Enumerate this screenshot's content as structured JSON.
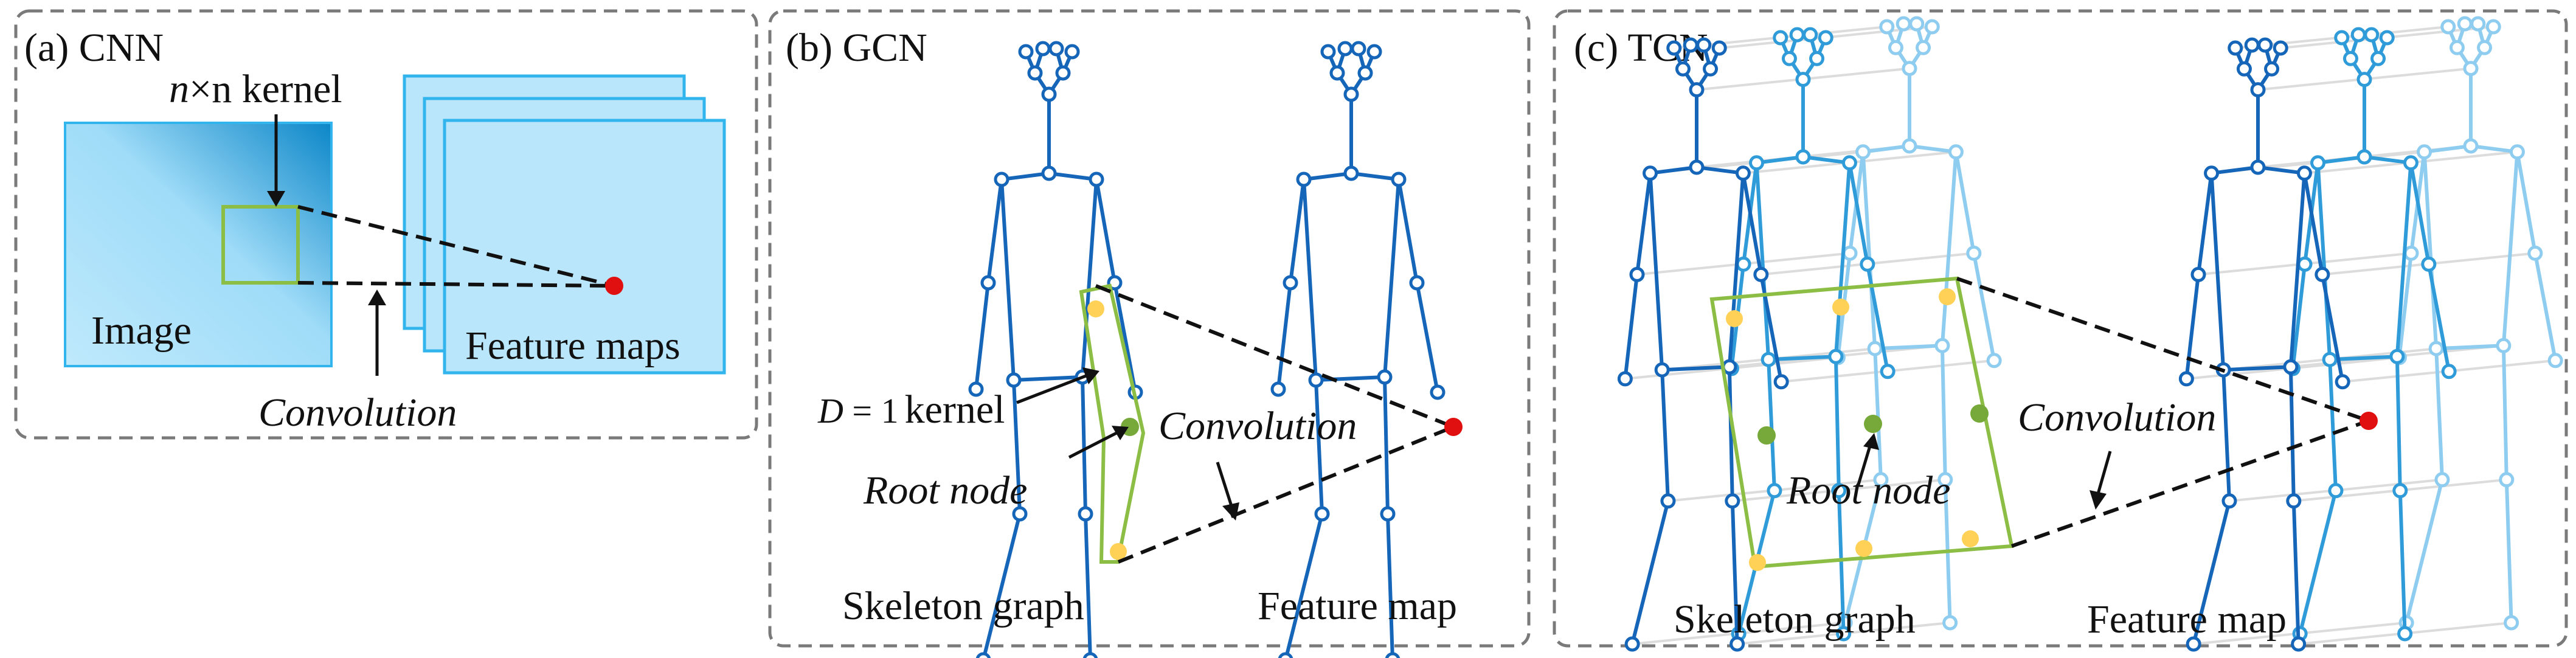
{
  "panels": {
    "cnn": {
      "title": "(a) CNN",
      "kernel_n": "n",
      "kernel_label": "×n kernel",
      "image_label": "Image",
      "feature_label": "Feature maps",
      "convolution_label": "Convolution"
    },
    "gcn": {
      "title": "(b) GCN",
      "kernel_d": "D",
      "kernel_eq": " = 1",
      "kernel_label": "kernel",
      "root_label": "Root node",
      "convolution_label": "Convolution",
      "skeleton_label": "Skeleton graph",
      "feature_label": "Feature map"
    },
    "tcn": {
      "title": "(c) TCN",
      "root_label": "Root node",
      "convolution_label": "Convolution",
      "skeleton_label": "Skeleton graph",
      "feature_label": "Feature map"
    }
  },
  "colors": {
    "skeleton_dark": "#1565b8",
    "skeleton_mid": "#2f9bd8",
    "skeleton_light": "#8fcdf0",
    "kernel_outline": "#8cbd45",
    "root_node": "#77a93a",
    "neighbor_node": "#ffd257",
    "output_node": "#e01010",
    "feature_map_fill": "#b9e6fb",
    "feature_map_edge": "#32b4ec",
    "panel_border": "#7a7a7a"
  }
}
